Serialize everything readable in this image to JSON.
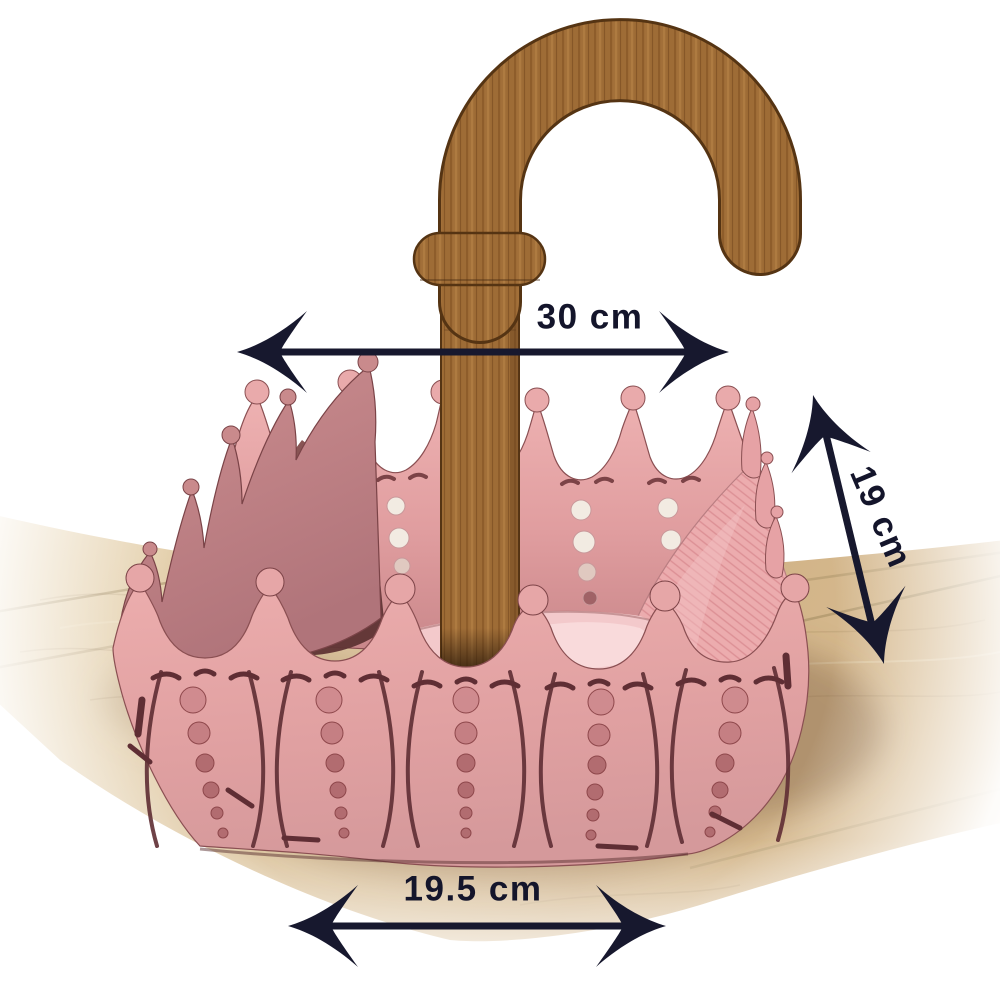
{
  "scene": {
    "type": "product photo with dimension annotations",
    "background_color": "#ffffff",
    "floor": {
      "material": "wood-plank-floor",
      "color": "#dcc5a0"
    }
  },
  "product": {
    "name": "umbrella-shaped-wooden-basket",
    "basket_color": "#e2a3a5",
    "handle_color": "#9e6c36"
  },
  "annotations": {
    "arrow_color": "#17182e",
    "measurements": [
      {
        "id": "top-width",
        "label": "30 cm"
      },
      {
        "id": "right-height",
        "label": "19 cm"
      },
      {
        "id": "bottom-width",
        "label": "19.5 cm"
      }
    ]
  }
}
